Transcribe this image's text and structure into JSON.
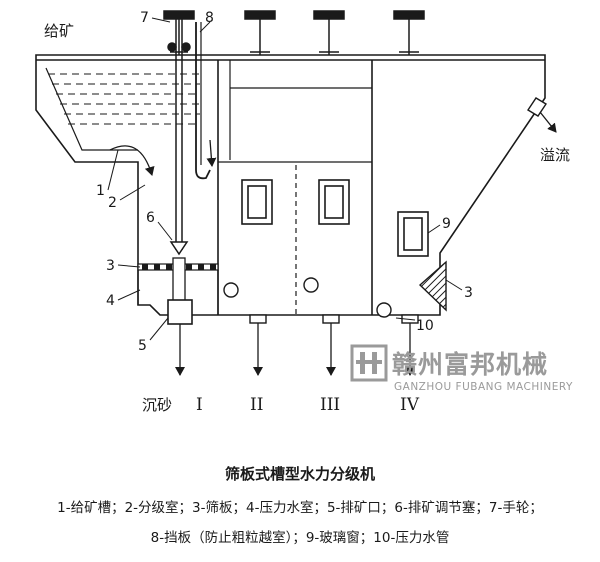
{
  "diagram": {
    "labels": {
      "feed": "给矿",
      "overflow": "溢流",
      "settled_sand": "沉砂",
      "n1": "1",
      "n2": "2",
      "n3": "3",
      "n3_right": "3",
      "n4": "4",
      "n5": "5",
      "n6": "6",
      "n7": "7",
      "n8": "8",
      "n9": "9",
      "n10": "10"
    },
    "outlets": [
      "I",
      "II",
      "III",
      "IV"
    ]
  },
  "watermark": {
    "company_cn": "赣州富邦机械",
    "company_en": "GANZHOU FUBANG MACHINERY"
  },
  "caption": {
    "title": "筛板式槽型水力分级机",
    "legend_line1": "1-给矿槽；2-分级室；3-筛板；4-压力水室；5-排矿口；6-排矿调节塞；7-手轮；",
    "legend_line2": "8-挡板（防止粗粒越室）；9-玻璃窗；10-压力水管"
  },
  "colors": {
    "ink": "#1a1a1a",
    "watermark": "#9a9a9a"
  }
}
